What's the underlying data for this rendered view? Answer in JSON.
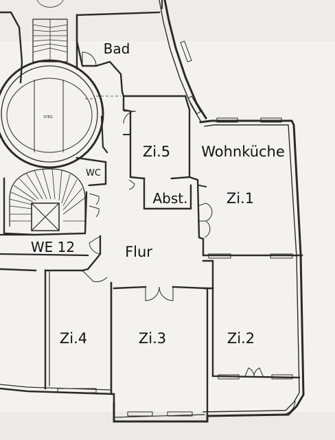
{
  "plan": {
    "unit": "WE 12",
    "rooms": {
      "bad": "Bad",
      "stairwell": "STEG",
      "wc": "WC",
      "zi5": "Zi.5",
      "wohnkueche": "Wohnküche",
      "abst": "Abst.",
      "zi1": "Zi.1",
      "flur": "Flur",
      "zi4": "Zi.4",
      "zi3": "Zi.3",
      "zi2": "Zi.2"
    }
  }
}
